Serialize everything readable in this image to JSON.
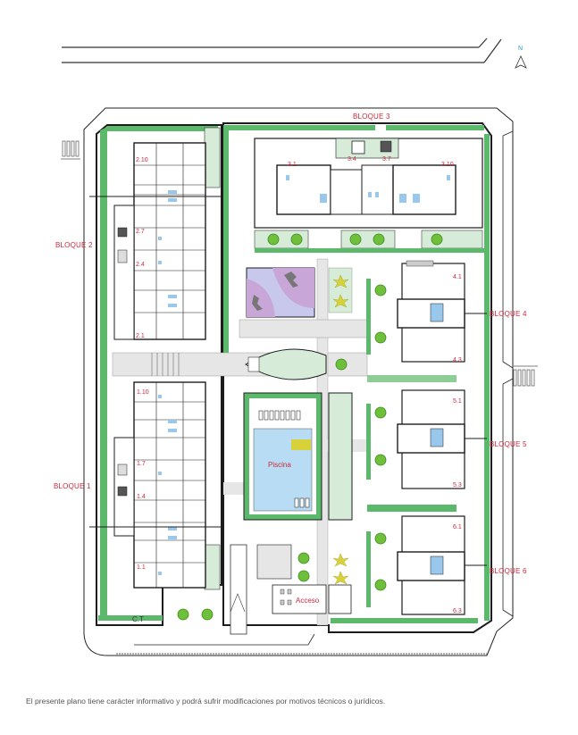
{
  "plan": {
    "north_label": "N",
    "colors": {
      "garden_green": "#5cb86a",
      "garden_light": "#d6ecd8",
      "label_red": "#d0283c",
      "pool_blue": "#b8dcf3",
      "playground_purple": "#c9a6d8",
      "playground_lavender": "#c8c8ec",
      "walkway_gray": "#e6e6e6",
      "tree_green": "#6fbf3a",
      "palm_yellow": "#d8d23a"
    },
    "blocks": [
      {
        "id": "bloque_1",
        "label": "BLOQUE 1",
        "units": [
          "1.10",
          "1.7",
          "1.4",
          "1.1"
        ]
      },
      {
        "id": "bloque_2",
        "label": "BLOQUE 2",
        "units": [
          "2.10",
          "2.7",
          "2.4",
          "2.1"
        ]
      },
      {
        "id": "bloque_3",
        "label": "BLOQUE 3",
        "units": [
          "3.1",
          "3.4",
          "3.7",
          "3.10"
        ]
      },
      {
        "id": "bloque_4",
        "label": "BLOQUE 4",
        "units": [
          "4.1",
          "4.3"
        ]
      },
      {
        "id": "bloque_5",
        "label": "BLOQUE 5",
        "units": [
          "5.1",
          "5.3"
        ]
      },
      {
        "id": "bloque_6",
        "label": "BLOQUE 6",
        "units": [
          "6.1",
          "6.3"
        ]
      }
    ],
    "amenities": {
      "pool": "Piscina",
      "access": "Acceso",
      "transformer": "C.T"
    }
  },
  "footer": {
    "disclaimer": "El presente plano tiene carácter informativo y podrá sufrir modificaciones por motivos técnicos o jurídicos."
  }
}
